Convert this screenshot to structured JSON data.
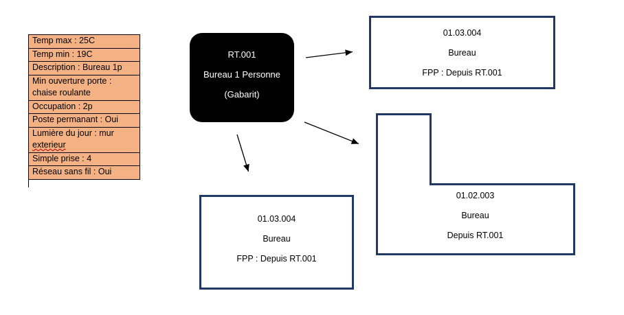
{
  "colors": {
    "table_fill": "#f4b183",
    "table_border": "#000000",
    "template_node_fill": "#000000",
    "template_node_text": "#ffffff",
    "room_border": "#1f3864",
    "arrow": "#000000",
    "spellcheck_underline": "#c00000"
  },
  "properties_table": {
    "rows": [
      {
        "text": "Temp max : 25C"
      },
      {
        "text": "Temp min : 19C"
      },
      {
        "text": "Description : Bureau 1p"
      },
      {
        "text": "Min ouverture porte : chaise roulante"
      },
      {
        "text": "Occupation : 2p"
      },
      {
        "text": "Poste permanant : Oui"
      },
      {
        "text": "Lumière du jour : mur exterieur",
        "squiggle_word": "exterieur"
      },
      {
        "text": "Simple prise : 4"
      },
      {
        "text": "Réseau sans fil : Oui"
      }
    ]
  },
  "template_node": {
    "code": "RT.001",
    "name": "Bureau 1 Personne",
    "tag": "(Gabarit)"
  },
  "rooms": {
    "top_right": {
      "code": "01.03.004",
      "name": "Bureau",
      "note": "FPP : Depuis RT.001"
    },
    "bottom": {
      "code": "01.03.004",
      "name": "Bureau",
      "note": "FPP : Depuis RT.001"
    },
    "l_shaped": {
      "code": "01.02.003",
      "name": "Bureau",
      "note": "Depuis RT.001"
    }
  },
  "arrows": [
    {
      "from": "RT.001",
      "to": "01.03.004 (top right)"
    },
    {
      "from": "RT.001",
      "to": "01.02.003 (L-shaped)"
    },
    {
      "from": "RT.001",
      "to": "01.03.004 (bottom)"
    }
  ]
}
